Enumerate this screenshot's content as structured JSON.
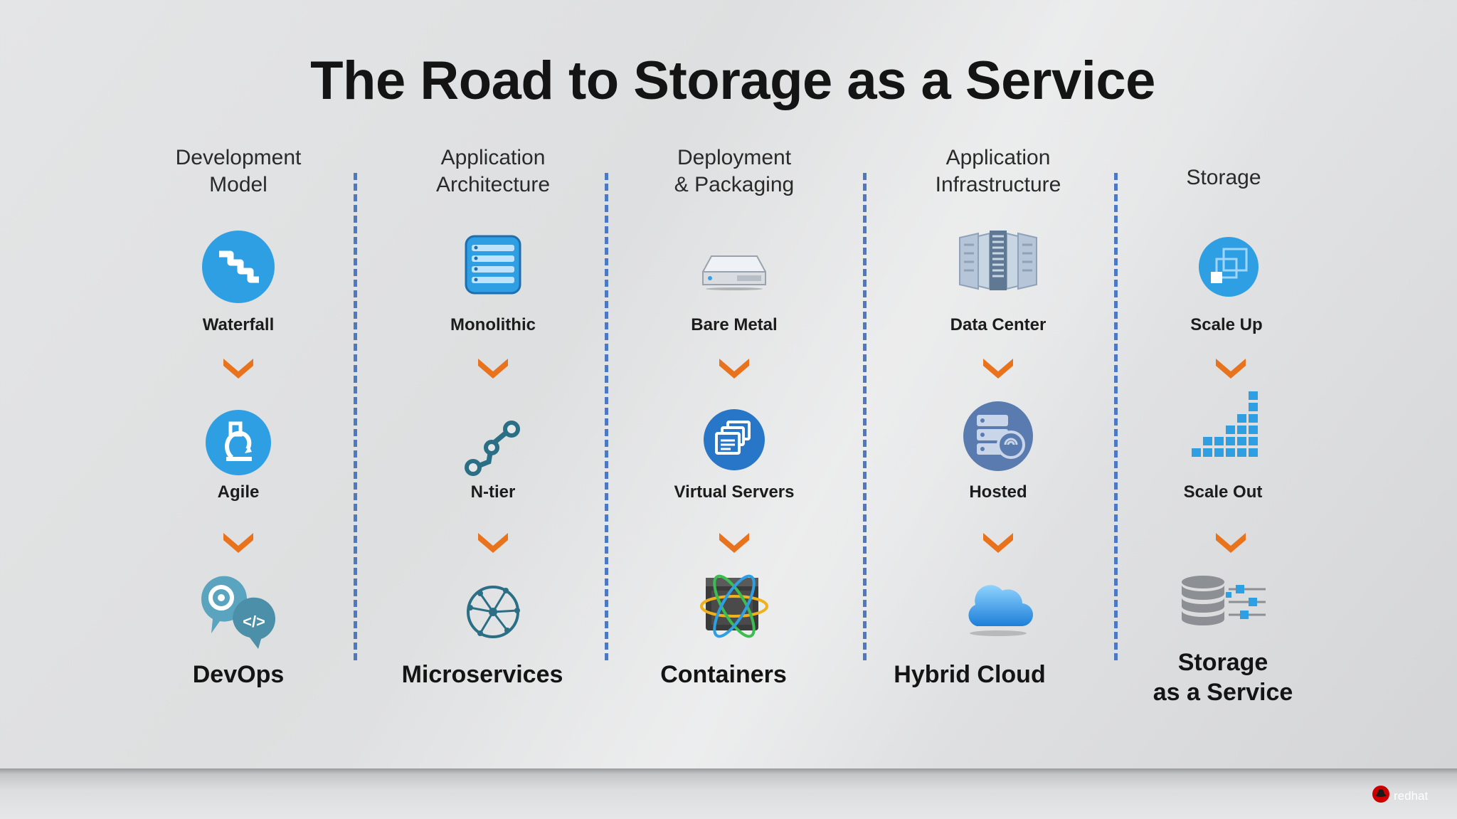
{
  "title": "The Road to Storage as a Service",
  "columns": [
    {
      "header": "Development\nModel",
      "stages": [
        {
          "label": "Waterfall",
          "icon": "waterfall-icon"
        },
        {
          "label": "Agile",
          "icon": "agile-icon"
        },
        {
          "label": "DevOps",
          "icon": "devops-icon"
        }
      ]
    },
    {
      "header": "Application\nArchitecture",
      "stages": [
        {
          "label": "Monolithic",
          "icon": "monolithic-icon"
        },
        {
          "label": "N-tier",
          "icon": "n-tier-icon"
        },
        {
          "label": "Microservices",
          "icon": "microservices-icon"
        }
      ]
    },
    {
      "header": "Deployment\n& Packaging",
      "stages": [
        {
          "label": "Bare Metal",
          "icon": "bare-metal-server-icon"
        },
        {
          "label": "Virtual Servers",
          "icon": "virtual-servers-icon"
        },
        {
          "label": "Containers",
          "icon": "containers-icon"
        }
      ]
    },
    {
      "header": "Application\nInfrastructure",
      "stages": [
        {
          "label": "Data Center",
          "icon": "data-center-icon"
        },
        {
          "label": "Hosted",
          "icon": "hosted-icon"
        },
        {
          "label": "Hybrid Cloud",
          "icon": "cloud-icon"
        }
      ]
    },
    {
      "header": "Storage",
      "stages": [
        {
          "label": "Scale Up",
          "icon": "scale-up-icon"
        },
        {
          "label": "Scale Out",
          "icon": "scale-out-icon"
        },
        {
          "label": "Storage\nas a Service",
          "icon": "storage-service-icon"
        }
      ]
    }
  ],
  "colors": {
    "chevron": "#e8731c",
    "divider": "#4d79c3",
    "accent_blue": "#2f9fe3"
  },
  "footer": {
    "logo_text": "redhat",
    "logo_icon": "red-hat-logo-icon"
  }
}
